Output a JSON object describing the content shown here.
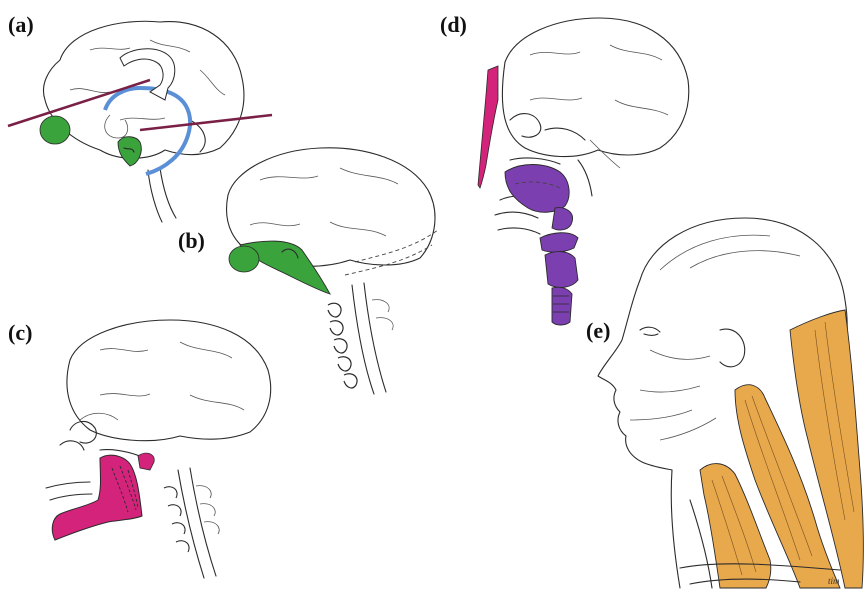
{
  "panels": [
    {
      "id": "a",
      "label": "(a)"
    },
    {
      "id": "b",
      "label": "(b)"
    },
    {
      "id": "c",
      "label": "(c)"
    },
    {
      "id": "d",
      "label": "(d)"
    },
    {
      "id": "e",
      "label": "(e)"
    }
  ],
  "artist_signature": "tim",
  "colors": {
    "green": "#3aa33c",
    "dark_green": "#2e7d32",
    "blue": "#5b8fd6",
    "maroon": "#7a1f45",
    "magenta": "#d4237a",
    "purple": "#7b3fb0",
    "orange": "#e8a84c",
    "line": "#2b2b2b"
  }
}
